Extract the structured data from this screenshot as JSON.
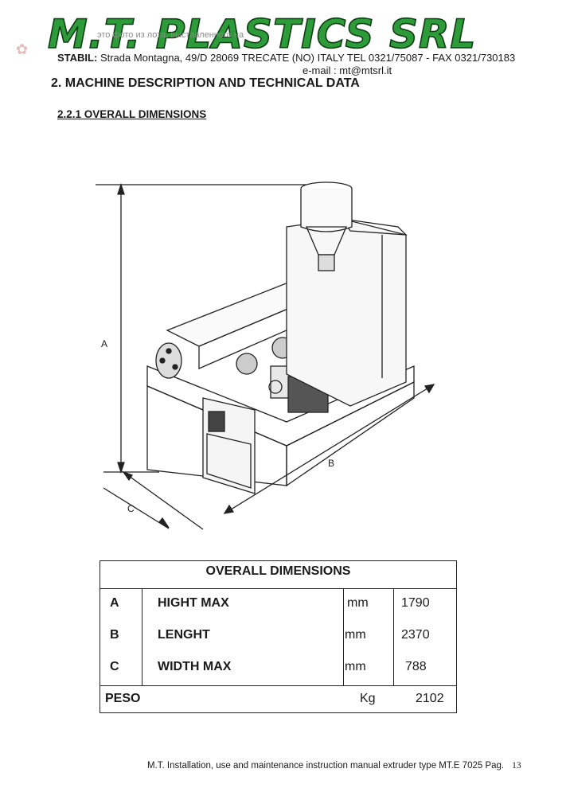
{
  "header": {
    "brand": "M.T. PLASTICS SRL",
    "watermark": "это фото из лота, выставленного на",
    "address_label": "STABIL:",
    "address": "Strada Montagna, 49/D 28069 TRECATE (NO) ITALY TEL 0321/75087 - FAX 0321/730183",
    "email": "e-mail : mt@mtsrl.it"
  },
  "section": {
    "title": "2. MACHINE DESCRIPTION AND TECHNICAL DATA",
    "subtitle": "2.2.1 OVERALL DIMENSIONS"
  },
  "drawing": {
    "label_a": "A",
    "label_b": "B",
    "label_c": "C"
  },
  "table": {
    "title": "OVERALL DIMENSIONS",
    "rows": [
      {
        "code": "A",
        "name": "HIGHT MAX",
        "unit": "mm",
        "value": "1790"
      },
      {
        "code": "B",
        "name": "LENGHT",
        "unit": "mm",
        "value": "2370"
      },
      {
        "code": "C",
        "name": "WIDTH MAX",
        "unit": "mm",
        "value": "788"
      }
    ],
    "weight_label": "PESO",
    "weight_unit": "Kg",
    "weight_value": "2102"
  },
  "footer": {
    "text": "M.T. Installation, use and maintenance instruction manual extruder type MT.E 7025  Pag.",
    "page": "13"
  }
}
